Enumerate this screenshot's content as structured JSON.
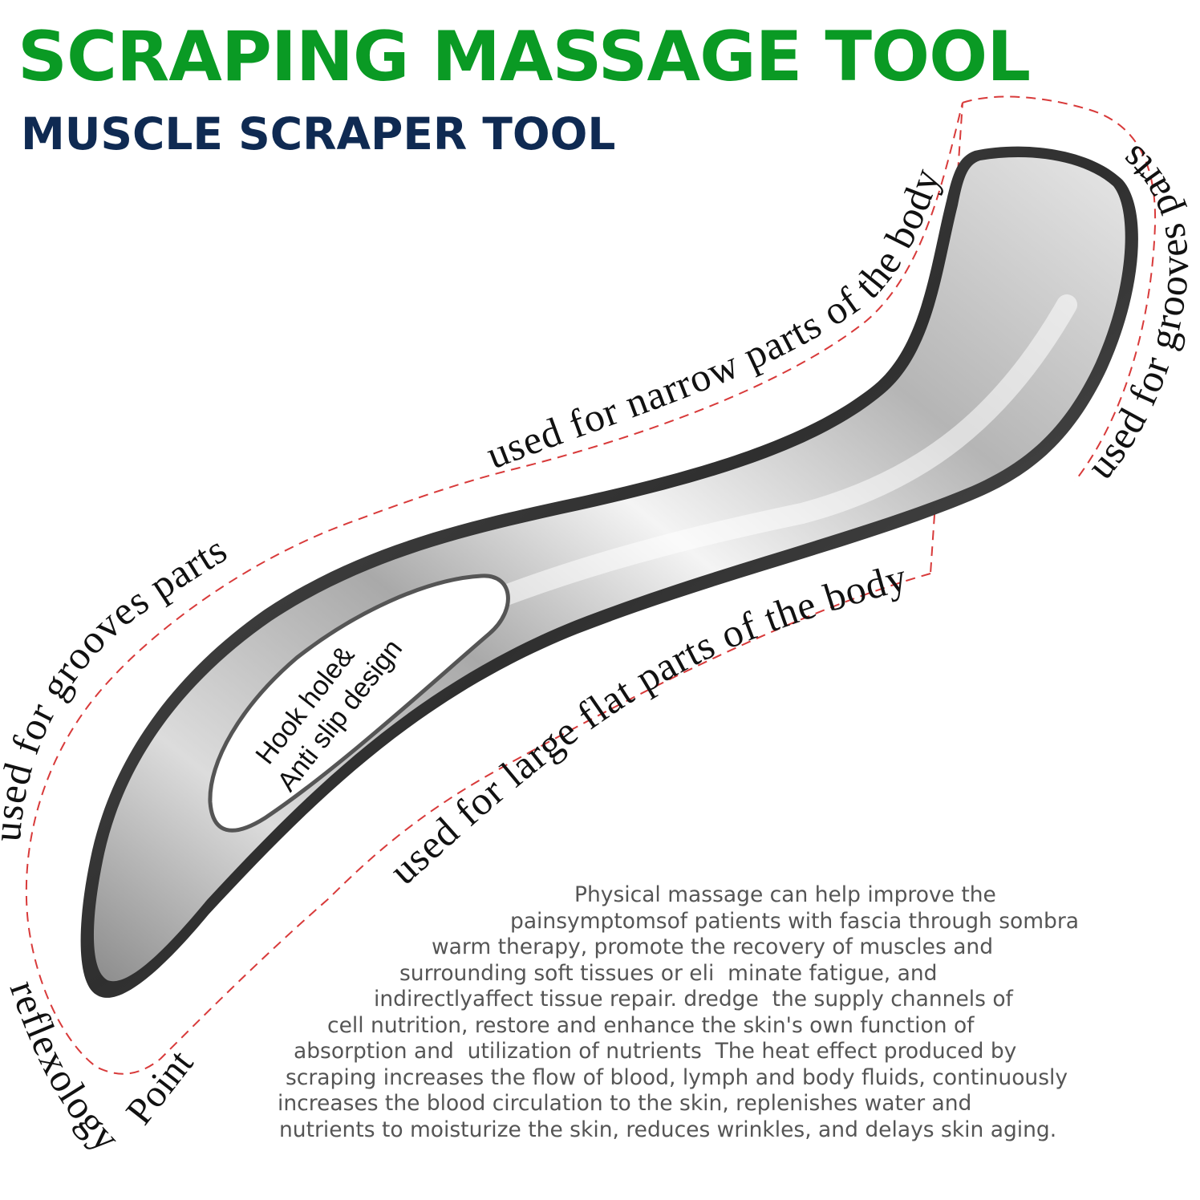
{
  "header": {
    "title": "SCRAPING MASSAGE TOOL",
    "subtitle": "MUSCLE SCRAPER TOOL"
  },
  "colors": {
    "title": "#0a9a24",
    "subtitle": "#0f2a52",
    "dashed_outline": "#d83a3a",
    "description_text": "#555555",
    "steel_light": "#f2f2f2",
    "steel_dark": "#4a4a4a"
  },
  "annotations": {
    "narrow_parts": "used for narrow parts of the body",
    "grooves_right": "used for grooves parts",
    "grooves_left": "used for grooves parts",
    "large_flat": "used for large flat parts of the body",
    "reflexology": "reflexology",
    "point": "Point",
    "hook_hole_line1": "Hook hole&",
    "hook_hole_line2": "Anti slip design"
  },
  "description": {
    "lines": [
      "Physical massage can help improve the",
      "painsymptomsof patients with fascia through sombra",
      "warm therapy, promote the recovery of muscles and",
      "surrounding soft tissues or eli  minate fatigue, and",
      "indirectlyaffect tissue repair. dredge  the supply channels of",
      "cell nutrition, restore and enhance the skin's own function of",
      "absorption and  utilization of nutrients  The heat effect produced by",
      "scraping increases the flow of blood, lymph and body fluids, continuously",
      "increases the blood circulation to the skin, replenishes water and",
      "nutrients to moisturize the skin, reduces wrinkles, and delays skin aging."
    ]
  }
}
